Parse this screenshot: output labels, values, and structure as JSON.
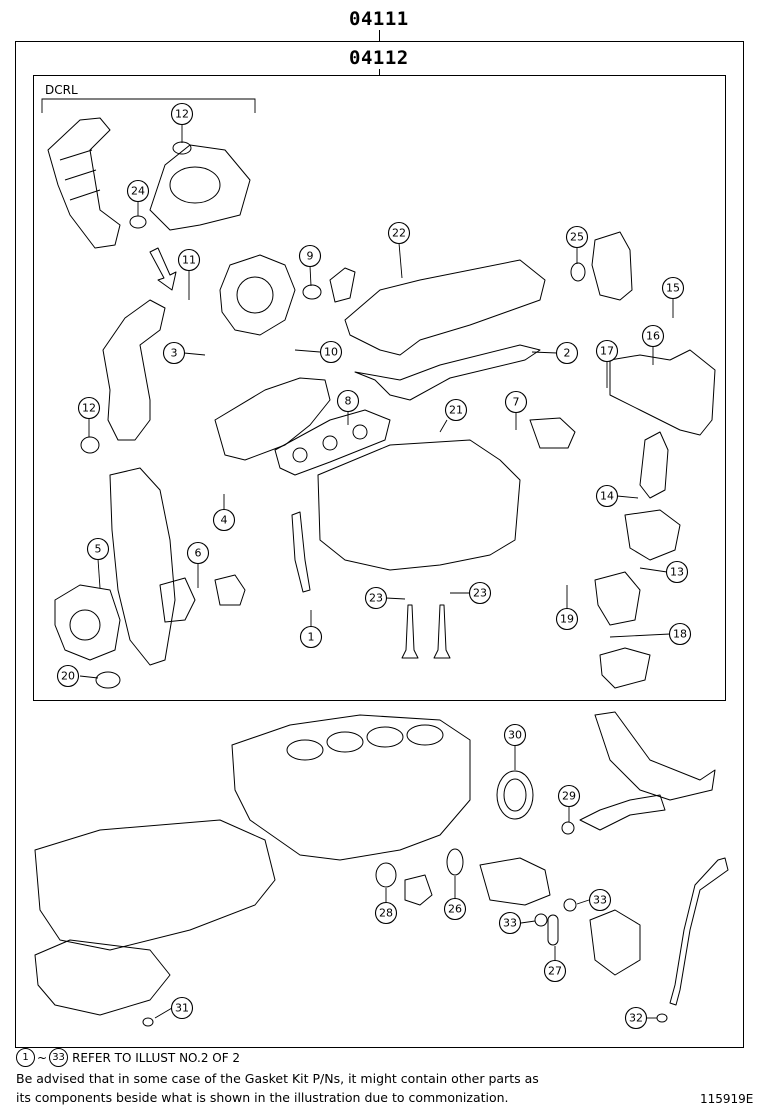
{
  "header": {
    "kit_outer": "04111",
    "kit_inner": "04112"
  },
  "group_label": "DCRL",
  "callouts": [
    "12",
    "24",
    "11",
    "9",
    "22",
    "25",
    "15",
    "3",
    "10",
    "2",
    "16",
    "17",
    "12",
    "8",
    "21",
    "7",
    "4",
    "14",
    "5",
    "6",
    "13",
    "23",
    "23",
    "19",
    "1",
    "18",
    "20",
    "30",
    "29",
    "31",
    "28",
    "26",
    "33",
    "33",
    "27",
    "32"
  ],
  "footnote": {
    "range_start": "1",
    "tilde": "~",
    "range_end": "33",
    "text": "REFER TO ILLUST NO.2 OF 2"
  },
  "advisory": {
    "line1": "Be advised that in some case of the Gasket Kit P/Ns,  it might contain other parts as",
    "line2": "its components beside what is shown in the illustration due to commonization."
  },
  "ref_code": "115919E"
}
